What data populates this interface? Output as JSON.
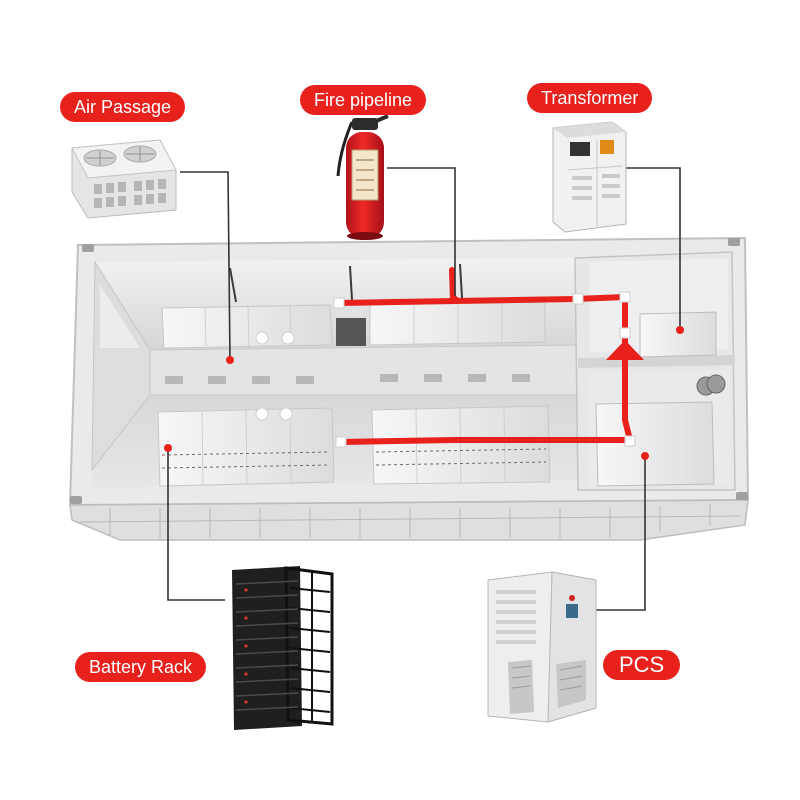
{
  "labels": {
    "air_passage": "Air Passage",
    "fire_pipeline": "Fire pipeline",
    "transformer": "Transformer",
    "battery_rack": "Battery Rack",
    "pcs": "PCS"
  },
  "colors": {
    "label_bg": "#e8211d",
    "label_text": "#ffffff",
    "pipe": "#e8211d",
    "leader_line": "#333333",
    "container_wall": "#d9dadc",
    "container_floor": "#c9cacc",
    "cabinet": "#eeeeee",
    "rack_black": "#1a1a1a"
  },
  "icons": [
    "air-conditioner-icon",
    "fire-extinguisher-icon",
    "transformer-cabinet-icon",
    "battery-rack-icon",
    "pcs-cabinet-icon"
  ]
}
